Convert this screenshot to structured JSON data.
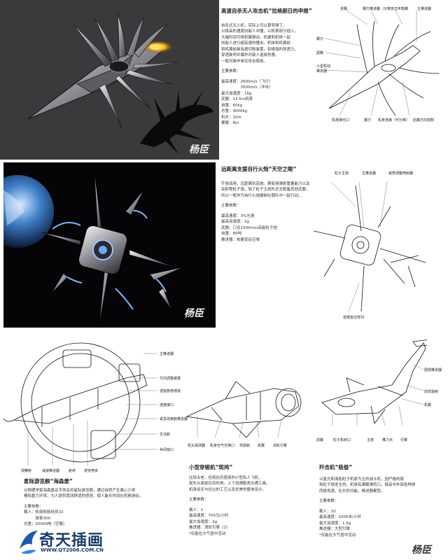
{
  "section1": {
    "title": "高速自杀无人攻击机“拉格朗日的申报”",
    "description": [
      "自杀式无人机，实际上可以算导弹了。",
      "以极高的速度向敌人冲撞，以机首部分插入，",
      "大幅时间可将机翼弹出，机翼和机体一起",
      "向敌人进行超高速的撞击。机体和机翼前",
      "和机翼前装有超切削装置，有极强的穿透力，",
      "穿透装甲并爆炸对敌人造成伤害。",
      "一般对装甲单位攻击使用。"
    ],
    "spec_title": "主要参数：",
    "specs": [
      "最高速度：2600m/s（飞行）",
      "　　　　　3500m/s（冲击）",
      "最大加速度：16g",
      "武器：13.5m机首",
      "自重：60kg",
      "总重：9000kg",
      "机长：10m",
      "翼展：8m"
    ],
    "labels": {
      "air_intake": "进翼",
      "flight_wings": "翼刃推进器（分离攻击）",
      "tail_wing": "平衡翼",
      "main_thruster": "主推进器",
      "wing": "翼刃",
      "side_wing": "副翼",
      "mini_thruster": "小型机动推进器",
      "gun_port": "机炮弹仓口",
      "wing2": "翼刃",
      "body_wing": "机身连接（可分离）",
      "back_control": "后翼方向控制"
    }
  },
  "section2": {
    "title": "远距离支援自行火炮“天空之眼”",
    "description": [
      "宇宙战用，远距离轨道炮。拥有强弹射重量能力以及",
      "高射程粒子炮，除了粒子主炮外还无配备其他武器，",
      "所以一般作为自行火炮编制在舰队中一起行动。"
    ],
    "spec_title": "主要参数：",
    "specs": [
      "最高速度：3%光速",
      "最高加速度：2g",
      "武器：口径1500mm高能粒子炮",
      "自重：80吨",
      "推进器：核聚变反应堆"
    ],
    "labels": {
      "particle_cannon": "粒子主炮",
      "main_thruster": "主推进器",
      "attitude_thruster": "姿势调整喷射器",
      "radar_array": "雷楼雷达阵列"
    }
  },
  "section3": {
    "title": "星际游览舰“海森堡”",
    "description": [
      "以物理学家海森堡名字命名的星际游览舰，通过自转产生离心力来",
      "模拟重力环境，为人提供宽阔舒适的感觉。使人能长时间在机舱游玩。"
    ],
    "spec_title": "主要参数：",
    "specs": [
      "载人：机组和航线员10",
      "　　　旅客300",
      "总重：20000吨（空载）"
    ],
    "labels": {
      "main_thruster": "主推进器",
      "attitude_device": "方向调整装置",
      "conn_corridor": "透窗旅游通道",
      "rear_connector": "连接接口",
      "emergency_rescue": "紧急逃离舱推进器",
      "living_space": "生活舱",
      "cabin_window": "休闲窗口",
      "observation_cabin": "观察舱",
      "deceleration_thruster": "减速推进器",
      "resting": "舱桥",
      "tour_wing": "游览壳体"
    }
  },
  "section4": {
    "title": "小型穿梭机“斑鸠”",
    "description": [
      "比较古老，但现在仍使用的小型私人飞机，",
      "驱车从家前往目的地，上下班通勤类交通工具。",
      "机身如无与伦比的工艺以及优美的整体设计。"
    ],
    "spec_title": "主要参数：",
    "specs": [
      "载人：1",
      "最高速度：700马/小时",
      "最大加速度：2g",
      "推进器：涡轮引擎（2）",
      "*仅能在大气层中活动"
    ],
    "labels": {
      "front_light": "机头探测器",
      "air_intake": "机身空气交换口",
      "tail_cooling": "驾驶舱",
      "wing": "机翼",
      "engine": "涡轮引擎"
    }
  },
  "section5": {
    "title": "歼击机“极昼”",
    "description": [
      "以星光和海船粒子机原为主的战斗机，因严格的尾",
      "和粒子炮发生的，机身有满载弹药口，极高中外部各种体",
      "而极低速，在长的功能，推进器都型。"
    ],
    "spec_title": "主要参数：",
    "specs": [
      "载人：10",
      "最高速度：1000米/小时",
      "最大加速度：1.5g",
      "推进器：大型引擎",
      "*仅能在大气层中活动"
    ],
    "labels": {
      "tail_thruster": "尾部推进器",
      "cockpit": "前驾驶舱",
      "wing": "机翼",
      "sensor": "前翼",
      "particle_cannon": "粒子机射口",
      "main_cannon": "主炮",
      "thruster": "推力点",
      "engine": "引擎"
    }
  },
  "logo": {
    "brand": "奇天插画",
    "url": "WWW.QT2006.COM.CN"
  },
  "signature": "杨臣"
}
